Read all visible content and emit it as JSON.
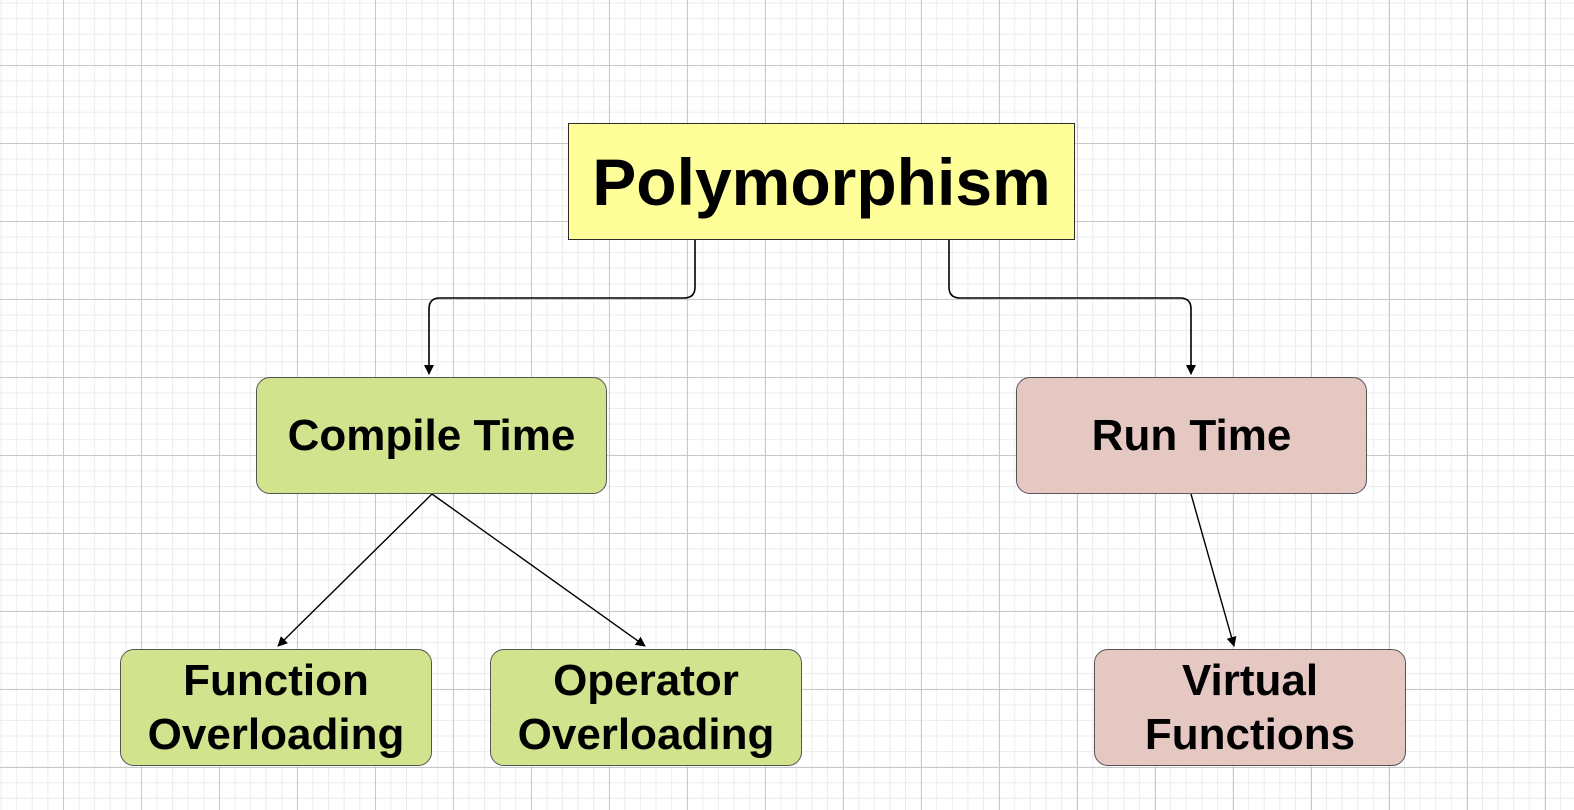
{
  "diagram": {
    "root": {
      "label": "Polymorphism",
      "fill": "#ffff99"
    },
    "compile_time": {
      "label": "Compile Time",
      "fill": "#d2e38d"
    },
    "run_time": {
      "label": "Run Time",
      "fill": "#e6c8c3"
    },
    "function_overloading": {
      "label": "Function Overloading",
      "fill": "#d2e38d"
    },
    "operator_overloading": {
      "label": "Operator Overloading",
      "fill": "#d2e38d"
    },
    "virtual_functions": {
      "label": "Virtual Functions",
      "fill": "#e6c8c3"
    },
    "edges": [
      {
        "from": "Polymorphism",
        "to": "Compile Time"
      },
      {
        "from": "Polymorphism",
        "to": "Run Time"
      },
      {
        "from": "Compile Time",
        "to": "Function Overloading"
      },
      {
        "from": "Compile Time",
        "to": "Operator Overloading"
      },
      {
        "from": "Run Time",
        "to": "Virtual Functions"
      }
    ],
    "colors": {
      "edge": "#000000",
      "grid": "#c8c8c8"
    }
  }
}
